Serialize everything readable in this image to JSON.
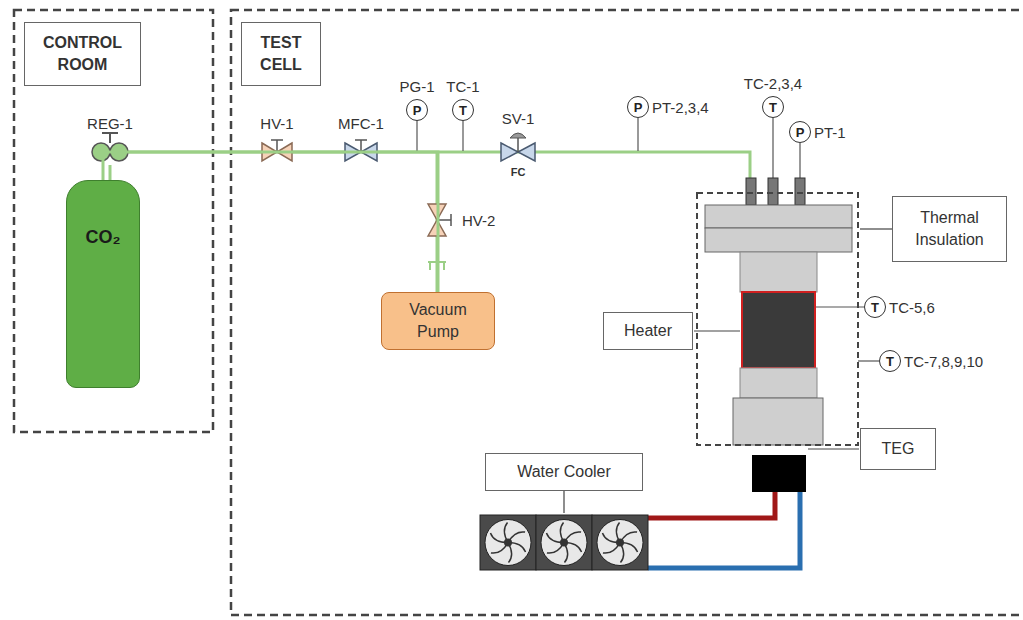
{
  "diagram": {
    "nodes": [
      {
        "text": [
          "CONTROL ROOM"
        ]
      },
      {
        "text": [
          "TEST CELL"
        ]
      },
      {
        "text": [
          "CO₂"
        ]
      },
      {
        "text": [
          "P",
          "PG-1"
        ]
      },
      {
        "text": [
          "T",
          "TC-1"
        ]
      },
      {
        "text": [
          "P",
          "PT-2,3,4"
        ]
      },
      {
        "text": [
          "T",
          "TC-2,3,4"
        ]
      },
      {
        "text": [
          "P",
          "PT-1"
        ]
      },
      {
        "text": [
          "Vacuum Pump"
        ]
      },
      {
        "text": [
          "Thermal Insulation"
        ]
      },
      {
        "text": [
          "Heater"
        ]
      },
      {
        "text": [
          "T",
          "TC-5,6"
        ]
      },
      {
        "text": [
          "T",
          "TC-7,8,9,10"
        ]
      },
      {
        "text": [
          "TEG"
        ]
      },
      {
        "text": [
          "Water Cooler"
        ]
      }
    ],
    "edges": [
      {
        "from": 2,
        "to": 8,
        "arrow": "none"
      }
    ],
    "labels": [
      "REG-1",
      "HV-1",
      "MFC-1",
      "SV-1",
      "FC",
      "HV-2"
    ]
  }
}
